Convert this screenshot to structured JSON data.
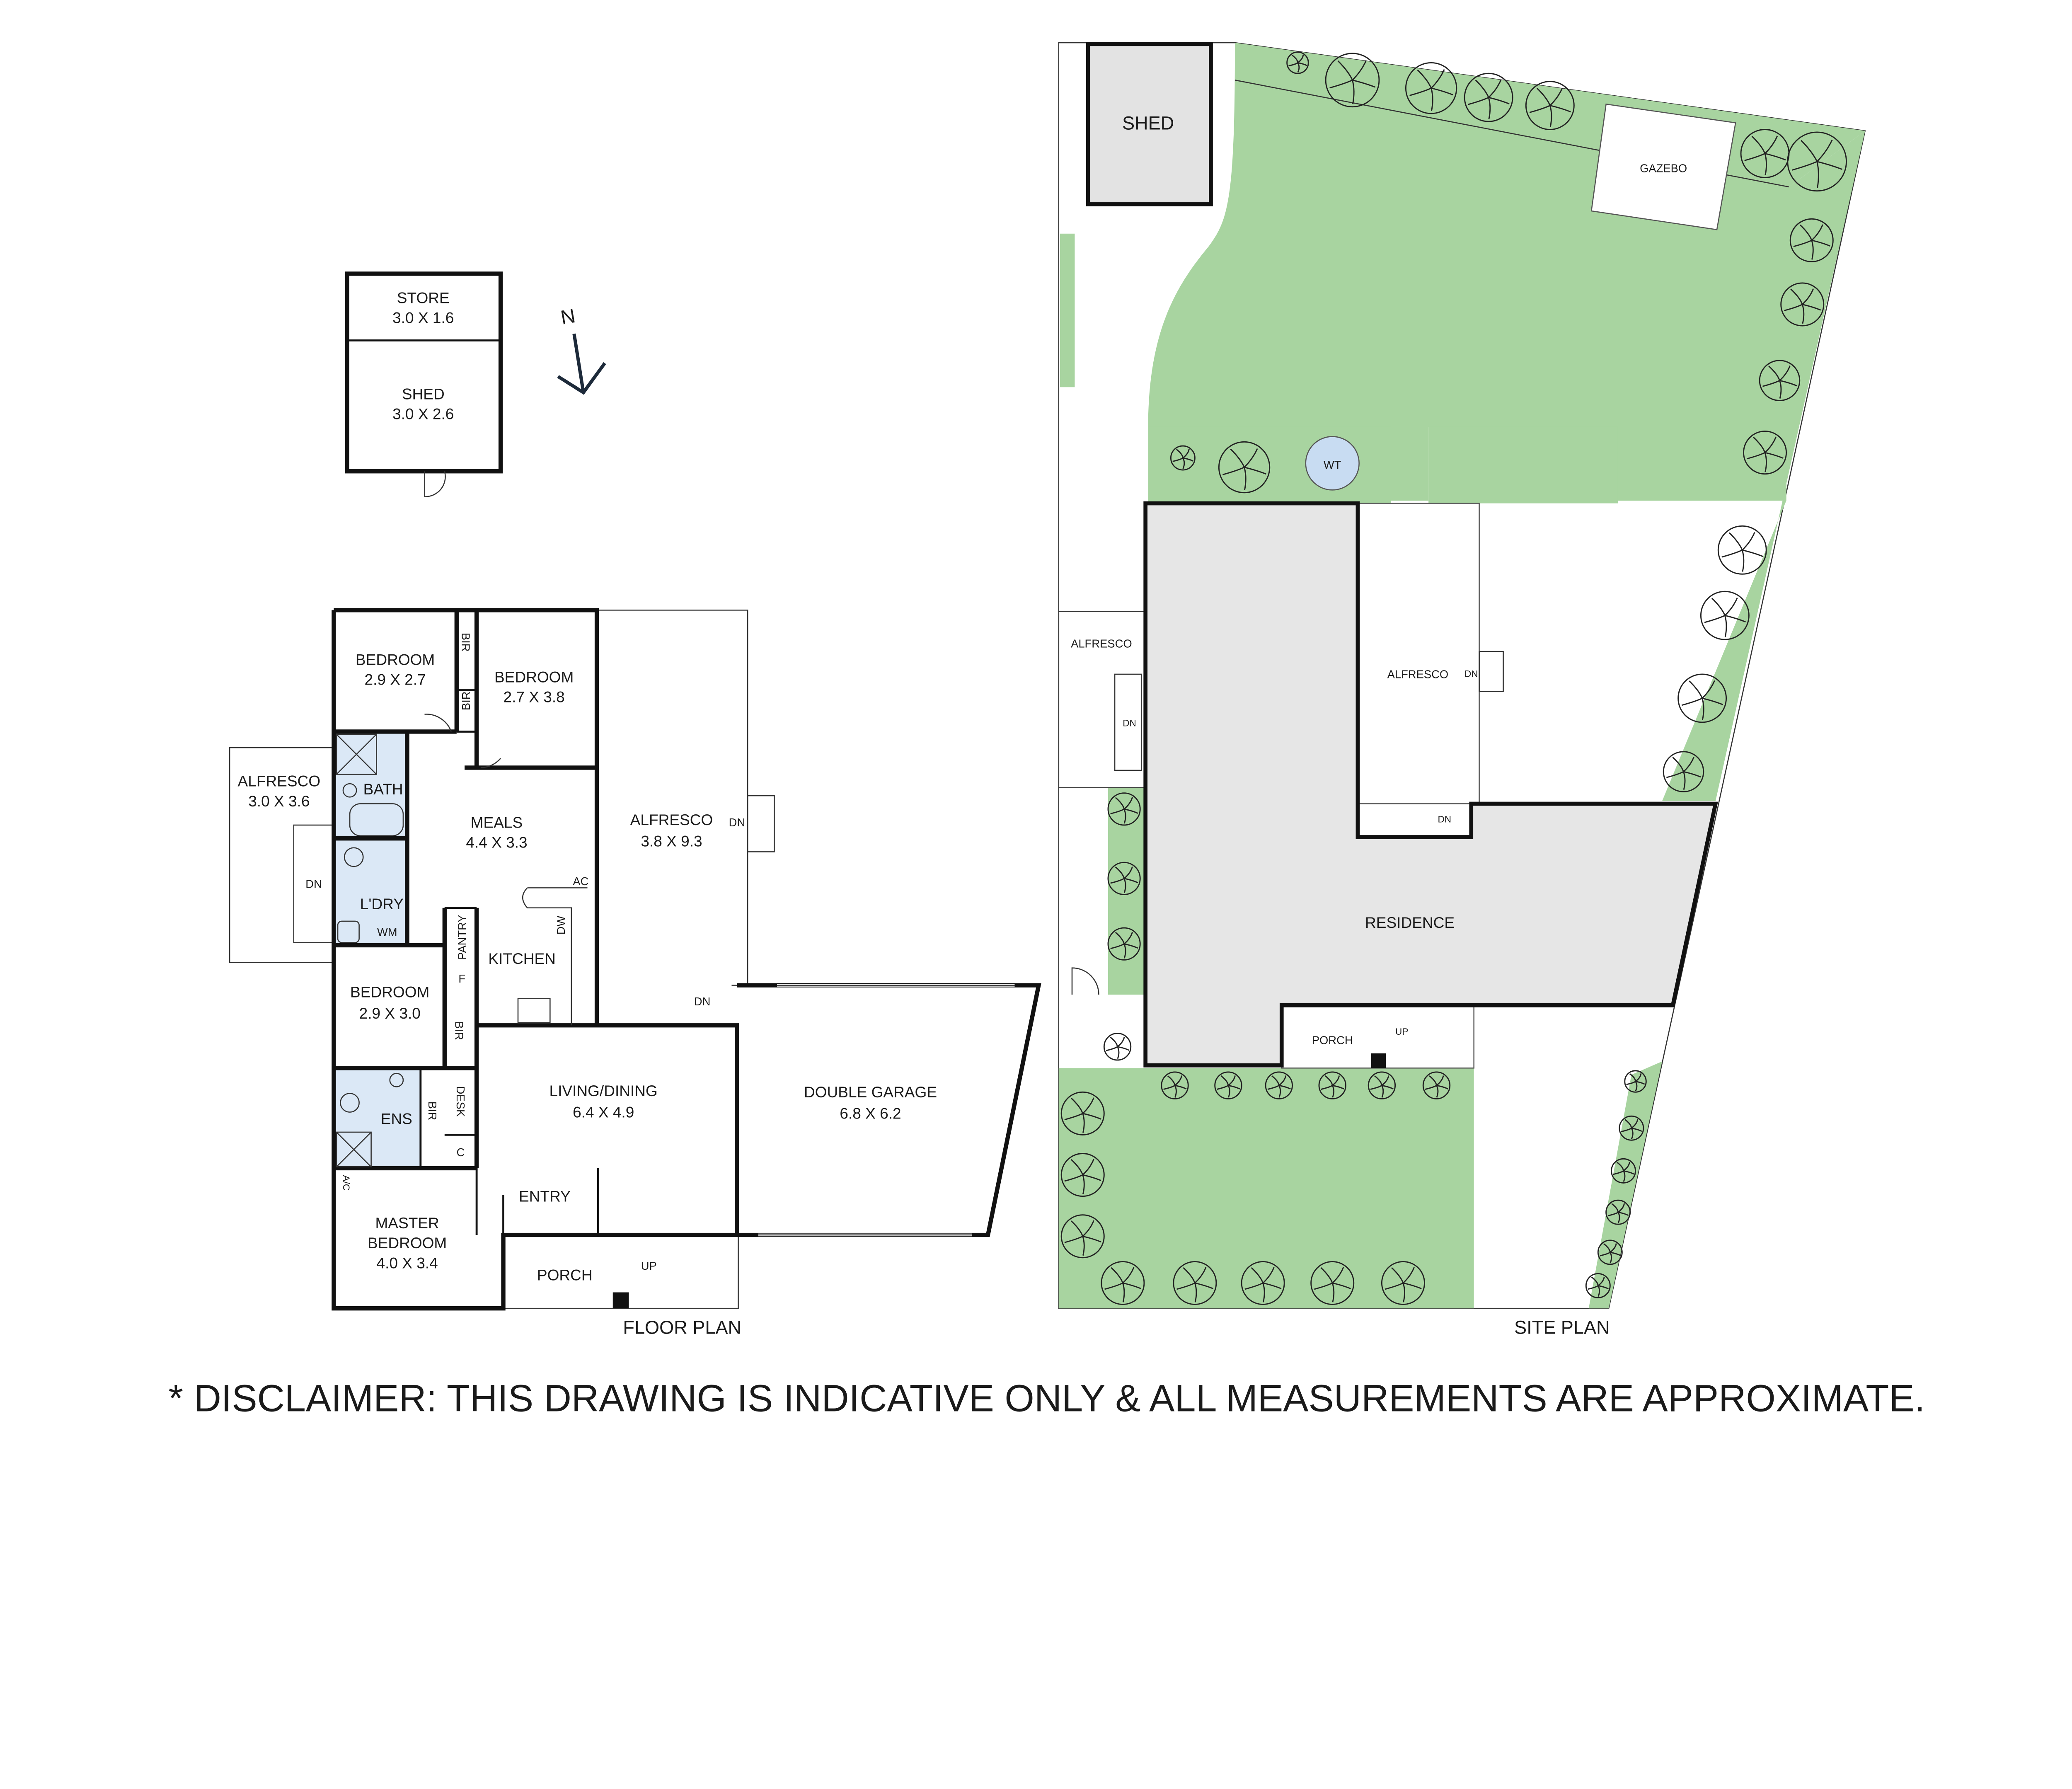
{
  "floor_plan": {
    "title": "FLOOR PLAN",
    "north_label": "N",
    "shed_building": {
      "store": {
        "name": "STORE",
        "size": "3.0 X 1.6"
      },
      "shed": {
        "name": "SHED",
        "size": "3.0 X 2.6"
      }
    },
    "rooms": {
      "bedroom1": {
        "name": "BEDROOM",
        "size": "2.9 X 2.7"
      },
      "bedroom2": {
        "name": "BEDROOM",
        "size": "2.7 X 3.8"
      },
      "bedroom3": {
        "name": "BEDROOM",
        "size": "2.9 X 3.0"
      },
      "master": {
        "name1": "MASTER",
        "name2": "BEDROOM",
        "size": "4.0 X 3.4"
      },
      "alfresco_left": {
        "name": "ALFRESCO",
        "size": "3.0 X 3.6"
      },
      "alfresco_right": {
        "name": "ALFRESCO",
        "size": "3.8 X 9.3"
      },
      "meals": {
        "name": "MEALS",
        "size": "4.4 X 3.3"
      },
      "living": {
        "name": "LIVING/DINING",
        "size": "6.4 X 4.9"
      },
      "garage": {
        "name": "DOUBLE GARAGE",
        "size": "6.8 X 6.2"
      },
      "bath": "BATH",
      "laundry": "L'DRY",
      "wm": "WM",
      "kitchen": "KITCHEN",
      "pantry": "PANTRY",
      "fridge": "F",
      "dw": "DW",
      "ac": "AC",
      "ens": "ENS",
      "desk": "DESK",
      "cupboard": "C",
      "aircon": "A/C",
      "entry": "ENTRY",
      "porch": "PORCH",
      "bir": "BIR",
      "dn": "DN",
      "up": "UP"
    }
  },
  "site_plan": {
    "title": "SITE PLAN",
    "shed": "SHED",
    "gazebo": "GAZEBO",
    "water_tank": "WT",
    "alfresco_left": "ALFRESCO",
    "alfresco_right": "ALFRESCO",
    "residence": "RESIDENCE",
    "porch": "PORCH",
    "dn": "DN",
    "up": "UP"
  },
  "disclaimer": "* DISCLAIMER: THIS DRAWING IS INDICATIVE ONLY & ALL MEASUREMENTS ARE APPROXIMATE.",
  "colors": {
    "lawn": "#a8d4a0",
    "residence": "#e6e6e6",
    "wet_areas": "#dbe8f6"
  }
}
